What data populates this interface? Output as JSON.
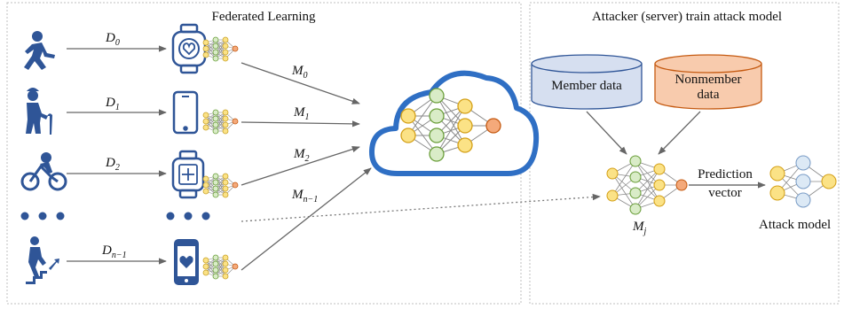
{
  "left_panel": {
    "title": "Federated Learning",
    "data_labels": [
      {
        "base": "D",
        "sub": "0"
      },
      {
        "base": "D",
        "sub": "1"
      },
      {
        "base": "D",
        "sub": "2"
      },
      {
        "base": "D",
        "sub": "n−1"
      }
    ],
    "model_labels": [
      {
        "base": "M",
        "sub": "0"
      },
      {
        "base": "M",
        "sub": "1"
      },
      {
        "base": "M",
        "sub": "2"
      },
      {
        "base": "M",
        "sub": "n−1"
      }
    ],
    "clients": [
      "walking-person-icon",
      "elderly-person-icon",
      "cyclist-icon",
      "stairs-climber-icon"
    ],
    "devices": [
      "smartwatch-heart-icon",
      "smartphone-icon",
      "smartwatch-plus-icon",
      "smartphone-heart-icon"
    ]
  },
  "right_panel": {
    "title": "Attacker (server) train attack model",
    "member_label": "Member data",
    "nonmember_line1": "Nonmember",
    "nonmember_line2": "data",
    "shadow_model": {
      "base": "M",
      "sub": "j"
    },
    "prediction_line1": "Prediction",
    "prediction_line2": "vector",
    "attack_label": "Attack model"
  },
  "colors": {
    "icon_blue": "#2f5597",
    "cloud_blue": "#2f6fc4",
    "member_fill": "#d6dff0",
    "nonmember_fill": "#f8cbad",
    "node_yellow": "#fbe286",
    "node_green": "#d9ecc7",
    "node_orange": "#f4a97a",
    "node_blue": "#dce9f5"
  }
}
